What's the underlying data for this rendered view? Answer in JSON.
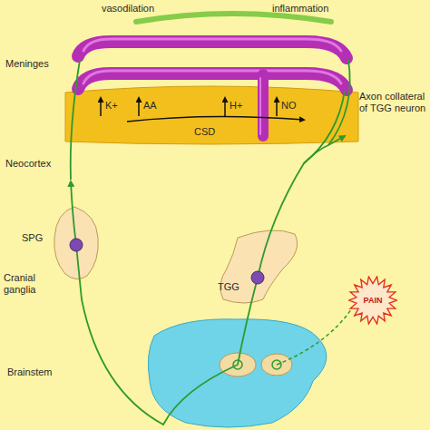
{
  "diagram": {
    "nodes": [
      {
        "text": [
          "PAIN"
        ]
      }
    ],
    "labels": [
      "vasodilation",
      "inflammation",
      "Meninges",
      "K+",
      "AA",
      "H+",
      "NO",
      "CSD",
      "Axon collateral of TGG neuron",
      "Neocortex",
      "SPG",
      "Cranial ganglia",
      "TGG",
      "Brainstem"
    ]
  }
}
